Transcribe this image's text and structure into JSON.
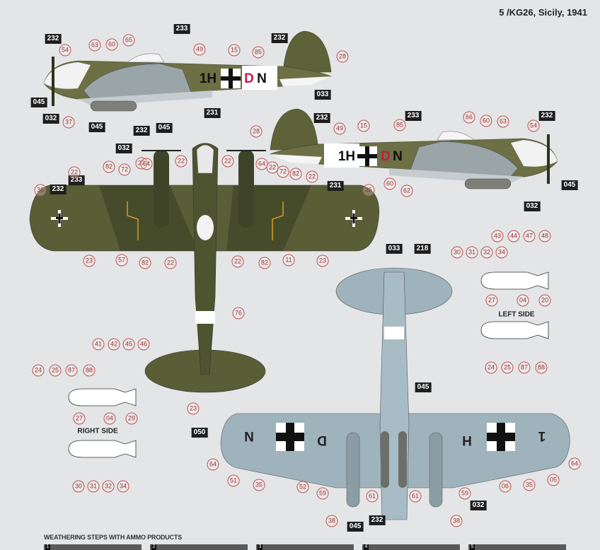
{
  "title": "5 /KG26, Sicily, 1941",
  "weathering_title": "WEATHERING STEPS WITH AMMO PRODUCTS",
  "weathering_steps": [
    "1",
    "2",
    "3",
    "4",
    "5"
  ],
  "colors": {
    "upper_dark_green": "#4a5230",
    "upper_olive": "#6b6e45",
    "lower_blue": "#9fb3bd",
    "code_red": "#c8184a",
    "background": "#e4e5e6"
  },
  "markings": {
    "side_left": "1H",
    "side_right": "DN",
    "side_red_letter": "D",
    "side_black_letter": "N",
    "under_left_1": "N",
    "under_left_2": "D",
    "under_right_1": "H",
    "under_right_2": "1"
  },
  "bomb_labels": {
    "left_side": "LEFT SIDE",
    "right_side": "RIGHT SIDE"
  },
  "callouts": [
    {
      "t": "232",
      "k": "box"
    },
    {
      "t": "54",
      "k": "circ"
    },
    {
      "t": "63",
      "k": "circ"
    },
    {
      "t": "60",
      "k": "circ"
    },
    {
      "t": "65",
      "k": "circ"
    },
    {
      "t": "233",
      "k": "box"
    },
    {
      "t": "49",
      "k": "circ"
    },
    {
      "t": "15",
      "k": "circ"
    },
    {
      "t": "85",
      "k": "circ"
    },
    {
      "t": "232",
      "k": "box"
    },
    {
      "t": "28",
      "k": "circ"
    },
    {
      "t": "033",
      "k": "box"
    },
    {
      "t": "231",
      "k": "box"
    },
    {
      "t": "045",
      "k": "box"
    },
    {
      "t": "37",
      "k": "circ"
    },
    {
      "t": "032",
      "k": "box"
    },
    {
      "t": "045",
      "k": "box"
    },
    {
      "t": "232",
      "k": "box"
    },
    {
      "t": "045",
      "k": "box"
    },
    {
      "t": "032",
      "k": "box"
    },
    {
      "t": "28",
      "k": "circ"
    },
    {
      "t": "232",
      "k": "box"
    },
    {
      "t": "49",
      "k": "circ"
    },
    {
      "t": "15",
      "k": "circ"
    },
    {
      "t": "85",
      "k": "circ"
    },
    {
      "t": "233",
      "k": "box"
    },
    {
      "t": "66",
      "k": "circ"
    },
    {
      "t": "60",
      "k": "circ"
    },
    {
      "t": "63",
      "k": "circ"
    },
    {
      "t": "232",
      "k": "box"
    },
    {
      "t": "54",
      "k": "circ"
    },
    {
      "t": "045",
      "k": "box"
    },
    {
      "t": "032",
      "k": "box"
    },
    {
      "t": "62",
      "k": "circ"
    },
    {
      "t": "60",
      "k": "circ"
    },
    {
      "t": "231",
      "k": "box"
    },
    {
      "t": "233",
      "k": "box"
    },
    {
      "t": "232",
      "k": "box"
    },
    {
      "t": "36",
      "k": "circ"
    },
    {
      "t": "22",
      "k": "circ"
    },
    {
      "t": "82",
      "k": "circ"
    },
    {
      "t": "72",
      "k": "circ"
    },
    {
      "t": "22",
      "k": "circ"
    },
    {
      "t": "64",
      "k": "circ"
    },
    {
      "t": "22",
      "k": "circ"
    },
    {
      "t": "22",
      "k": "circ"
    },
    {
      "t": "64",
      "k": "circ"
    },
    {
      "t": "22",
      "k": "circ"
    },
    {
      "t": "72",
      "k": "circ"
    },
    {
      "t": "82",
      "k": "circ"
    },
    {
      "t": "22",
      "k": "circ"
    },
    {
      "t": "36",
      "k": "circ"
    },
    {
      "t": "23",
      "k": "circ"
    },
    {
      "t": "57",
      "k": "circ"
    },
    {
      "t": "82",
      "k": "circ"
    },
    {
      "t": "22",
      "k": "circ"
    },
    {
      "t": "22",
      "k": "circ"
    },
    {
      "t": "82",
      "k": "circ"
    },
    {
      "t": "11",
      "k": "circ"
    },
    {
      "t": "23",
      "k": "circ"
    },
    {
      "t": "76",
      "k": "circ"
    },
    {
      "t": "23",
      "k": "circ"
    },
    {
      "t": "033",
      "k": "box"
    },
    {
      "t": "218",
      "k": "box"
    },
    {
      "t": "045",
      "k": "box"
    },
    {
      "t": "050",
      "k": "box"
    },
    {
      "t": "64",
      "k": "circ"
    },
    {
      "t": "51",
      "k": "circ"
    },
    {
      "t": "35",
      "k": "circ"
    },
    {
      "t": "52",
      "k": "circ"
    },
    {
      "t": "59",
      "k": "circ"
    },
    {
      "t": "61",
      "k": "circ"
    },
    {
      "t": "61",
      "k": "circ"
    },
    {
      "t": "59",
      "k": "circ"
    },
    {
      "t": "06",
      "k": "circ"
    },
    {
      "t": "35",
      "k": "circ"
    },
    {
      "t": "05",
      "k": "circ"
    },
    {
      "t": "64",
      "k": "circ"
    },
    {
      "t": "032",
      "k": "box"
    },
    {
      "t": "38",
      "k": "circ"
    },
    {
      "t": "045",
      "k": "box"
    },
    {
      "t": "232",
      "k": "box"
    },
    {
      "t": "38",
      "k": "circ"
    },
    {
      "t": "30",
      "k": "circ"
    },
    {
      "t": "31",
      "k": "circ"
    },
    {
      "t": "32",
      "k": "circ"
    },
    {
      "t": "34",
      "k": "circ"
    },
    {
      "t": "43",
      "k": "circ"
    },
    {
      "t": "44",
      "k": "circ"
    },
    {
      "t": "47",
      "k": "circ"
    },
    {
      "t": "48",
      "k": "circ"
    },
    {
      "t": "27",
      "k": "circ"
    },
    {
      "t": "04",
      "k": "circ"
    },
    {
      "t": "20",
      "k": "circ"
    },
    {
      "t": "24",
      "k": "circ"
    },
    {
      "t": "25",
      "k": "circ"
    },
    {
      "t": "87",
      "k": "circ"
    },
    {
      "t": "88",
      "k": "circ"
    },
    {
      "t": "41",
      "k": "circ"
    },
    {
      "t": "42",
      "k": "circ"
    },
    {
      "t": "45",
      "k": "circ"
    },
    {
      "t": "46",
      "k": "circ"
    },
    {
      "t": "24",
      "k": "circ"
    },
    {
      "t": "25",
      "k": "circ"
    },
    {
      "t": "87",
      "k": "circ"
    },
    {
      "t": "88",
      "k": "circ"
    },
    {
      "t": "27",
      "k": "circ"
    },
    {
      "t": "04",
      "k": "circ"
    },
    {
      "t": "29",
      "k": "circ"
    },
    {
      "t": "30",
      "k": "circ"
    },
    {
      "t": "31",
      "k": "circ"
    },
    {
      "t": "32",
      "k": "circ"
    },
    {
      "t": "34",
      "k": "circ"
    }
  ]
}
